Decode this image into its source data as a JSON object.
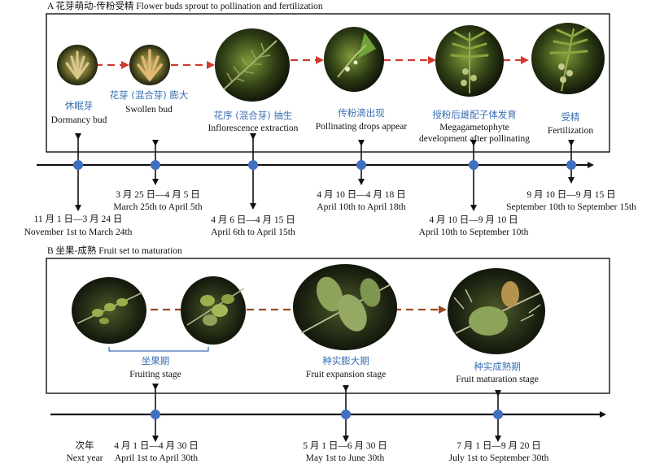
{
  "panel_a": {
    "title": "A 花芽萌动-传粉受精 Flower buds sprout to pollination and fertilization",
    "stages": [
      {
        "cn": "休眠芽",
        "en": "Dormancy bud"
      },
      {
        "cn": "花芽 (混合芽) 膨大",
        "en": "Swollen bud"
      },
      {
        "cn": "花序 (混合芽) 抽生",
        "en": "Inflorescence extraction"
      },
      {
        "cn": "传粉滴出现",
        "en": "Pollinating drops appear"
      },
      {
        "cn": "授粉后雌配子体发育",
        "en": "Megagametophyte",
        "en2": "development after pollinating"
      },
      {
        "cn": "受精",
        "en": "Fertilization"
      }
    ],
    "dates": [
      {
        "cn": "11 月 1 日—3 月 24 日",
        "en": "November 1st to March 24th"
      },
      {
        "cn": "3 月 25 日—4 月 5 日",
        "en": "March 25th to April 5th"
      },
      {
        "cn": "4 月 6 日—4 月 15 日",
        "en": "April 6th to April 15th"
      },
      {
        "cn": "4 月 10 日—4 月 18 日",
        "en": "April 10th to April 18th"
      },
      {
        "cn": "4 月 10 日—9 月 10 日",
        "en": "April 10th to September 10th"
      },
      {
        "cn": "9 月 10 日—9 月 15 日",
        "en": "September 10th to September 15th"
      }
    ]
  },
  "panel_b": {
    "title": "B 坐果-成熟 Fruit set to maturation",
    "stages": [
      {
        "cn": "坐果期",
        "en": "Fruiting stage"
      },
      {
        "cn": "种实膨大期",
        "en": "Fruit expansion stage"
      },
      {
        "cn": "种实成熟期",
        "en": "Fruit maturation stage"
      }
    ],
    "next_year": {
      "cn": "次年",
      "en": "Next year"
    },
    "dates": [
      {
        "cn": "4 月 1 日—4 月 30 日",
        "en": "April 1st to April 30th"
      },
      {
        "cn": "5 月 1 日—6 月 30 日",
        "en": "May 1st to June 30th"
      },
      {
        "cn": "7 月 1 日—9 月 20 日",
        "en": "July 1st to September 30th"
      }
    ]
  },
  "colors": {
    "stage_cn": "#3a6fb3",
    "node": "#3f6fbf",
    "arrow_a": "#d03a2c",
    "arrow_b": "#9a4a1e",
    "photo_bg": "#0c1208",
    "leaf": "#7d9c3a",
    "fruit": "#8ea35a"
  }
}
